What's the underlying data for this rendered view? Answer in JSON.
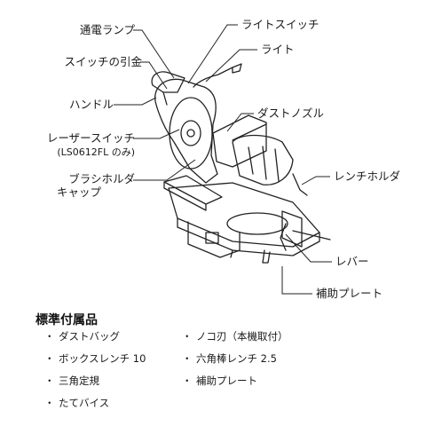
{
  "callouts": {
    "lamp": "通電ランプ",
    "switch_pull": "スイッチの引金",
    "handle": "ハンドル",
    "laser_switch": "レーザースイッチ",
    "laser_switch_note": "(LS0612FL のみ)",
    "brush_holder_1": "ブラシホルダ",
    "brush_holder_2": "キャップ",
    "light_switch": "ライトスイッチ",
    "light": "ライト",
    "dust_nozzle": "ダストノズル",
    "wrench_holder": "レンチホルダ",
    "lever": "レバー",
    "aux_plate": "補助プレート"
  },
  "accessories": {
    "title": "標準付属品",
    "bullet": "・",
    "items": [
      "ダストバッグ",
      "ノコ刃（本機取付）",
      "ボックスレンチ 10",
      "六角棒レンチ 2.5",
      "三角定規",
      "補助プレート",
      "たてバイス"
    ]
  }
}
